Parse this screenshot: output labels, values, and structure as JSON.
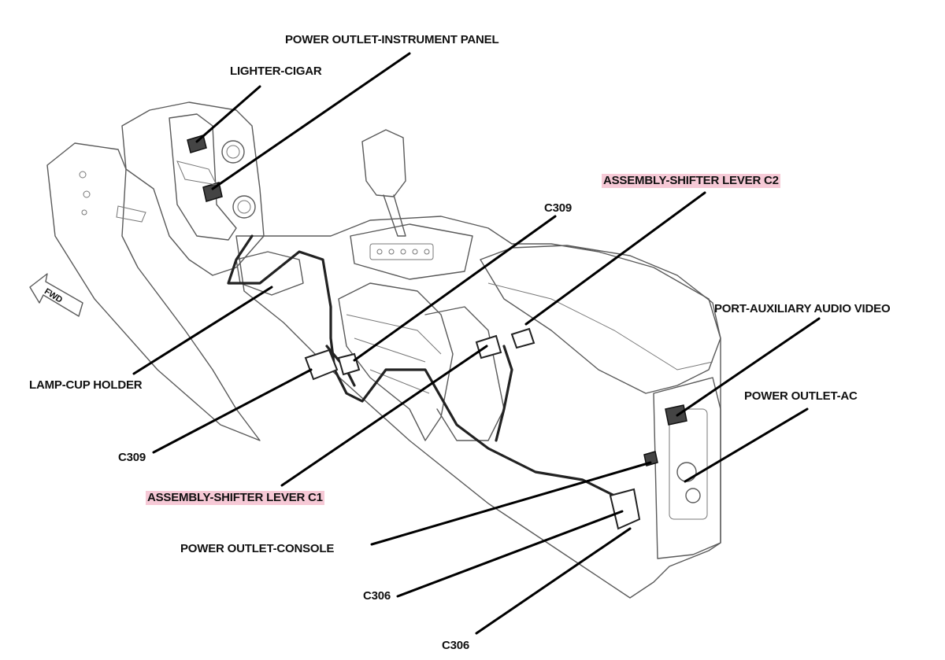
{
  "labels": {
    "power_outlet_instrument_panel": "POWER OUTLET-INSTRUMENT PANEL",
    "lighter_cigar": "LIGHTER-CIGAR",
    "assembly_shifter_lever_c2": "ASSEMBLY-SHIFTER LEVER C2",
    "c309_upper": "C309",
    "port_auxiliary_audio_video": "PORT-AUXILIARY AUDIO VIDEO",
    "lamp_cup_holder": "LAMP-CUP HOLDER",
    "power_outlet_ac": "POWER OUTLET-AC",
    "c309_lower": "C309",
    "assembly_shifter_lever_c1": "ASSEMBLY-SHIFTER LEVER C1",
    "power_outlet_console": "POWER OUTLET-CONSOLE",
    "c306_upper": "C306",
    "c306_lower": "C306",
    "fwd": "FWD"
  },
  "colors": {
    "highlight": "#f6c9d6",
    "leader": "#000000",
    "outline": "#5a5a5a"
  }
}
